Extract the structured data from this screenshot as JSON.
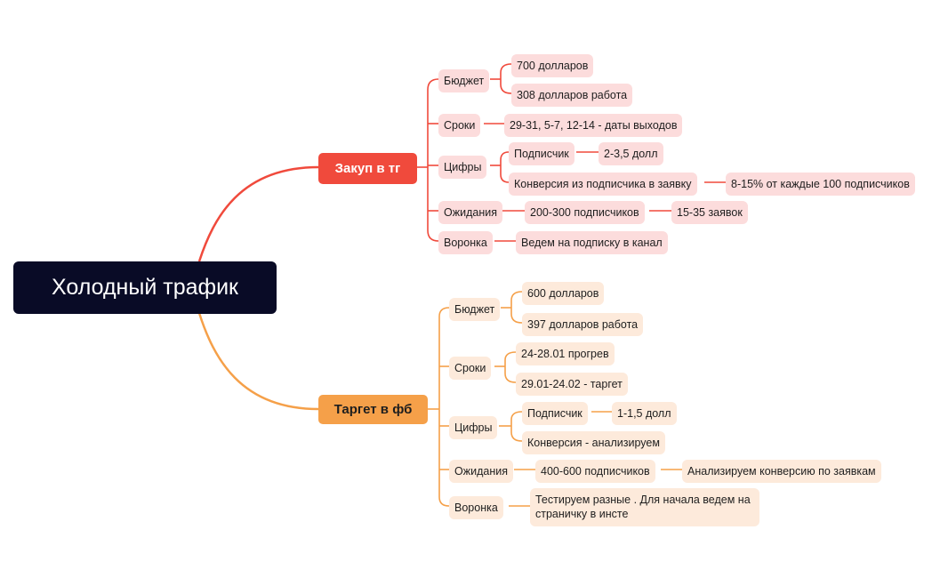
{
  "root": {
    "label": "Холодный трафик",
    "color": "#090b26"
  },
  "branches": [
    {
      "label": "Закуп в тг",
      "color": "#f04a3c",
      "node_bg": "#fcdcdc",
      "items": [
        {
          "label": "Бюджет",
          "children": [
            {
              "label": "700 долларов"
            },
            {
              "label": "308 долларов работа"
            }
          ]
        },
        {
          "label": "Сроки",
          "children": [
            {
              "label": "29-31, 5-7, 12-14 - даты выходов"
            }
          ]
        },
        {
          "label": "Цифры",
          "children": [
            {
              "label": "Подписчик",
              "children": [
                {
                  "label": "2-3,5 долл"
                }
              ]
            },
            {
              "label": "Конверсия из подписчика в заявку",
              "children": [
                {
                  "label": "8-15% от каждые 100 подписчиков"
                }
              ]
            }
          ]
        },
        {
          "label": "Ожидания",
          "children": [
            {
              "label": "200-300 подписчиков",
              "children": [
                {
                  "label": "15-35 заявок"
                }
              ]
            }
          ]
        },
        {
          "label": "Воронка",
          "children": [
            {
              "label": "Ведем на подписку в канал"
            }
          ]
        }
      ]
    },
    {
      "label": "Таргет в фб",
      "color": "#f5a049",
      "node_bg": "#fdeadb",
      "items": [
        {
          "label": "Бюджет",
          "children": [
            {
              "label": "600 долларов"
            },
            {
              "label": "397 долларов работа"
            }
          ]
        },
        {
          "label": "Сроки",
          "children": [
            {
              "label": "24-28.01 прогрев"
            },
            {
              "label": "29.01-24.02 - таргет"
            }
          ]
        },
        {
          "label": "Цифры",
          "children": [
            {
              "label": "Подписчик",
              "children": [
                {
                  "label": "1-1,5 долл"
                }
              ]
            },
            {
              "label": "Конверсия - анализируем"
            }
          ]
        },
        {
          "label": "Ожидания",
          "children": [
            {
              "label": "400-600 подписчиков",
              "children": [
                {
                  "label": "Анализируем конверсию по заявкам"
                }
              ]
            }
          ]
        },
        {
          "label": "Воронка",
          "children": [
            {
              "label": "Тестируем разные . Для начала ведем на страничку в инсте"
            }
          ]
        }
      ]
    }
  ]
}
